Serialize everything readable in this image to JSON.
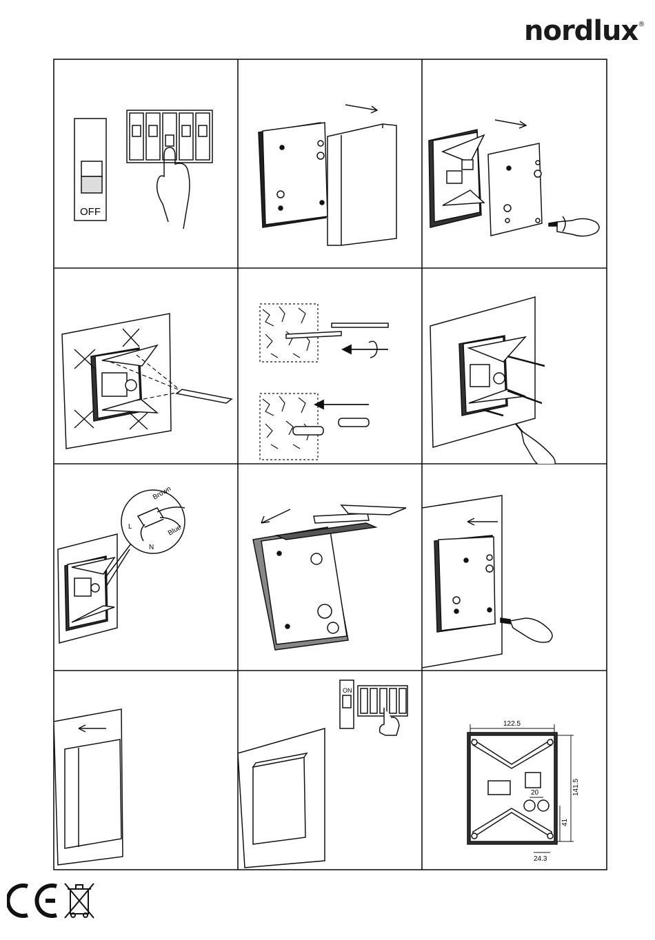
{
  "brand": {
    "name": "nordlux",
    "registered": "®"
  },
  "steps": [
    {
      "id": 1,
      "switch_label": "OFF"
    },
    {
      "id": 2
    },
    {
      "id": 3
    },
    {
      "id": 4
    },
    {
      "id": 5
    },
    {
      "id": 6
    },
    {
      "id": 7,
      "wire_brown": "Brown",
      "wire_blue": "Blue",
      "terminal_l": "L",
      "terminal_n": "N"
    },
    {
      "id": 8
    },
    {
      "id": 9
    },
    {
      "id": 10
    },
    {
      "id": 11,
      "switch_label": "ON"
    },
    {
      "id": 12
    }
  ],
  "dimensions": {
    "width": "122.5",
    "height": "141.5",
    "offset_x": "20",
    "offset_y": "41",
    "hole_spacing": "24.3"
  },
  "certifications": [
    "CE-mark",
    "WEEE-crossed-bin-icon"
  ]
}
